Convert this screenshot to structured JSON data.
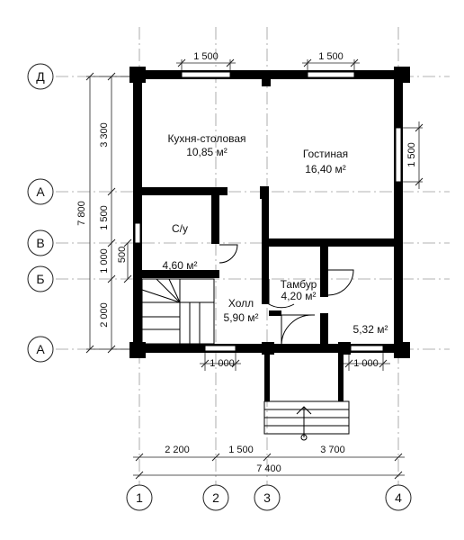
{
  "axes": {
    "rows": [
      {
        "id": "row-d",
        "label": "Д"
      },
      {
        "id": "row-a-upper",
        "label": "А"
      },
      {
        "id": "row-v",
        "label": "В"
      },
      {
        "id": "row-b",
        "label": "Б"
      },
      {
        "id": "row-a-lower",
        "label": "А"
      }
    ],
    "columns": [
      {
        "id": "col-1",
        "label": "1"
      },
      {
        "id": "col-2",
        "label": "2"
      },
      {
        "id": "col-3",
        "label": "3"
      },
      {
        "id": "col-4",
        "label": "4"
      }
    ]
  },
  "rooms": {
    "kitchen": {
      "name": "Кухня-столовая",
      "area": "10,85 м²"
    },
    "living": {
      "name": "Гостиная",
      "area": "16,40 м²"
    },
    "bathroom": {
      "name": "С/у",
      "area": "4,60 м²"
    },
    "hall": {
      "name": "Холл",
      "area": "5,90 м²"
    },
    "vestibule": {
      "name": "Тамбур",
      "area": "4,20 м²"
    },
    "storage": {
      "area": "5,32 м²"
    }
  },
  "dimensions": {
    "top_window_left": "1 500",
    "top_window_right": "1 500",
    "right_window": "1 500",
    "left_total": "7 800",
    "left_3300": "3 300",
    "left_1500": "1 500",
    "left_1000": "1 000",
    "left_500": "500",
    "left_2000": "2 000",
    "bottom_window_left": "1 000",
    "bottom_window_right": "1 000",
    "bottom_2200": "2 200",
    "bottom_1500": "1 500",
    "bottom_3700": "3 700",
    "bottom_total": "7 400"
  }
}
